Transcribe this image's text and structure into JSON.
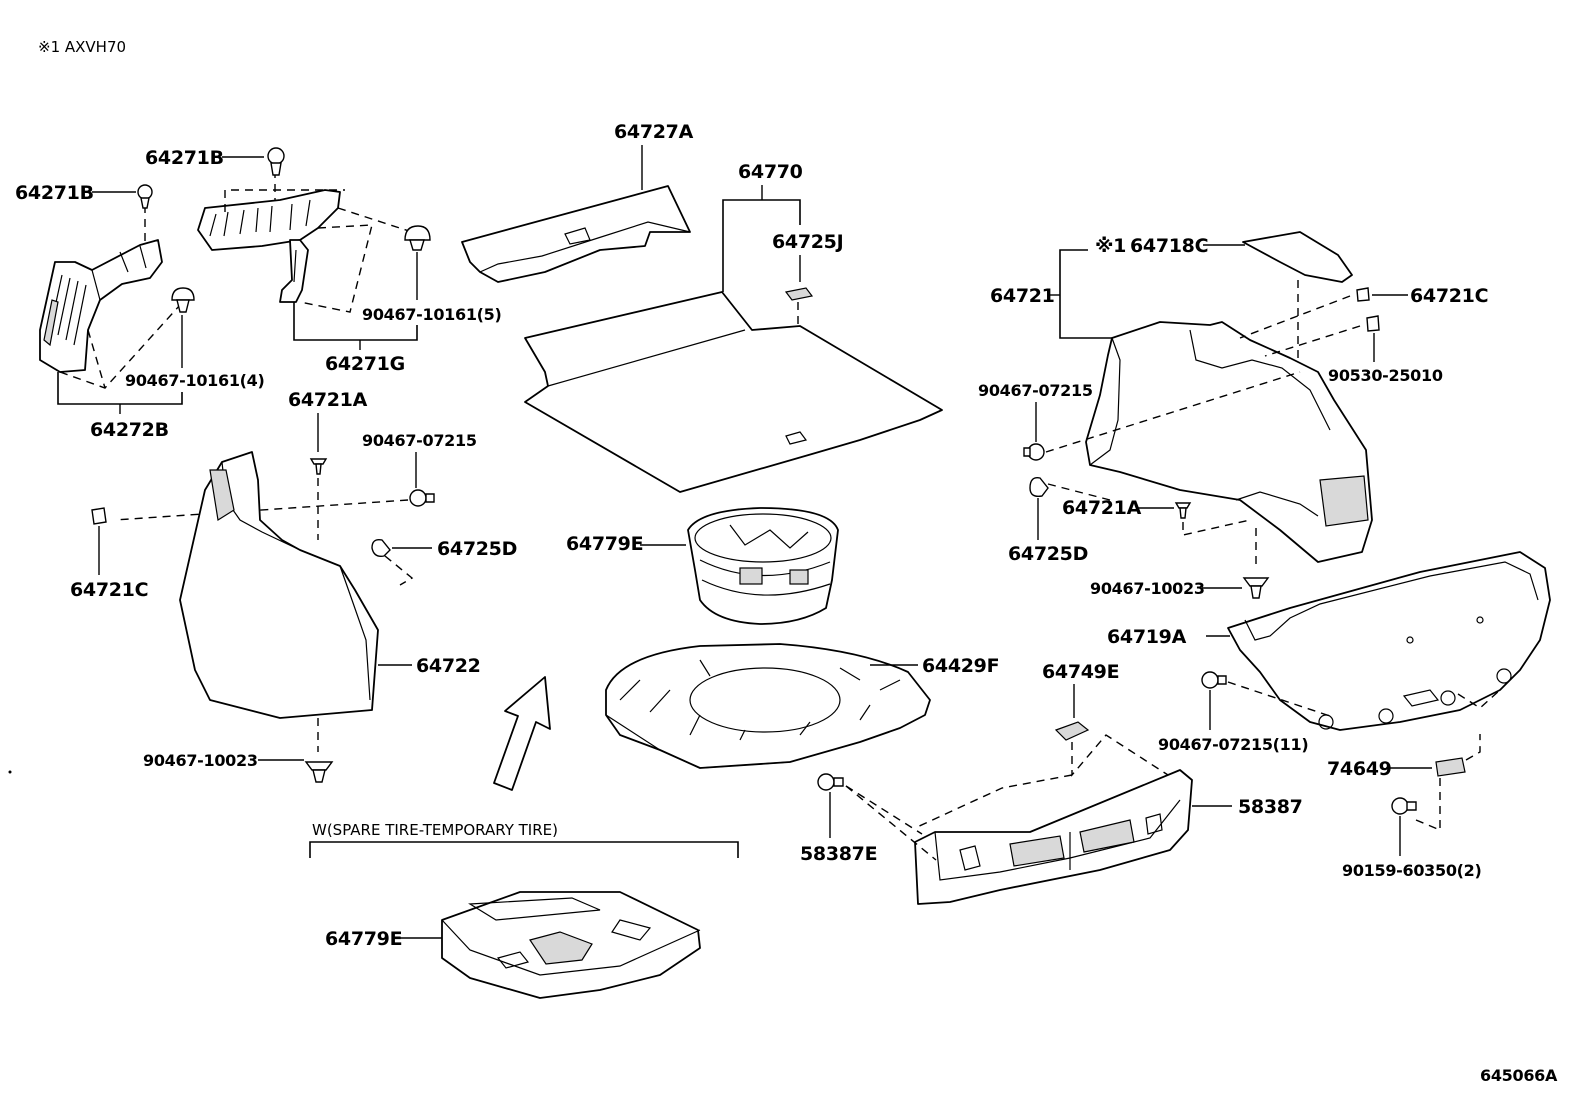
{
  "header": {
    "note": "※1 AXVH70"
  },
  "footer": {
    "diagram_id": "645066A"
  },
  "labels": {
    "p64271B_left": "64271B",
    "p64271B_top": "64271B",
    "p90467_10161_4": "90467-10161(4)",
    "p64272B": "64272B",
    "p90467_10161_5": "90467-10161(5)",
    "p64271G": "64271G",
    "p64727A": "64727A",
    "p64770": "64770",
    "p64725J": "64725J",
    "p64721A_left": "64721A",
    "p90467_07215_left": "90467-07215",
    "p64721C_left": "64721C",
    "p64725D_left": "64725D",
    "p64722": "64722",
    "p90467_10023_left": "90467-10023",
    "p64779E_top": "64779E",
    "p64429F": "64429F",
    "spare_note": "W(SPARE TIRE-TEMPORARY TIRE)",
    "p64779E_bottom": "64779E",
    "p64718C_mark": "※1",
    "p64718C": "64718C",
    "p64721": "64721",
    "p64721C_right": "64721C",
    "p90530_25010": "90530-25010",
    "p90467_07215_right": "90467-07215",
    "p64721A_right": "64721A",
    "p64725D_right": "64725D",
    "p90467_10023_right": "90467-10023",
    "p64719A": "64719A",
    "p64749E": "64749E",
    "p90467_07215_11": "90467-07215(11)",
    "p74649": "74649",
    "p58387": "58387",
    "p58387E": "58387E",
    "p90159_60350_2": "90159-60350(2)"
  },
  "icons": {
    "assembly_arrow": "up-right-arrow-icon",
    "clip": "push-clip-icon"
  }
}
